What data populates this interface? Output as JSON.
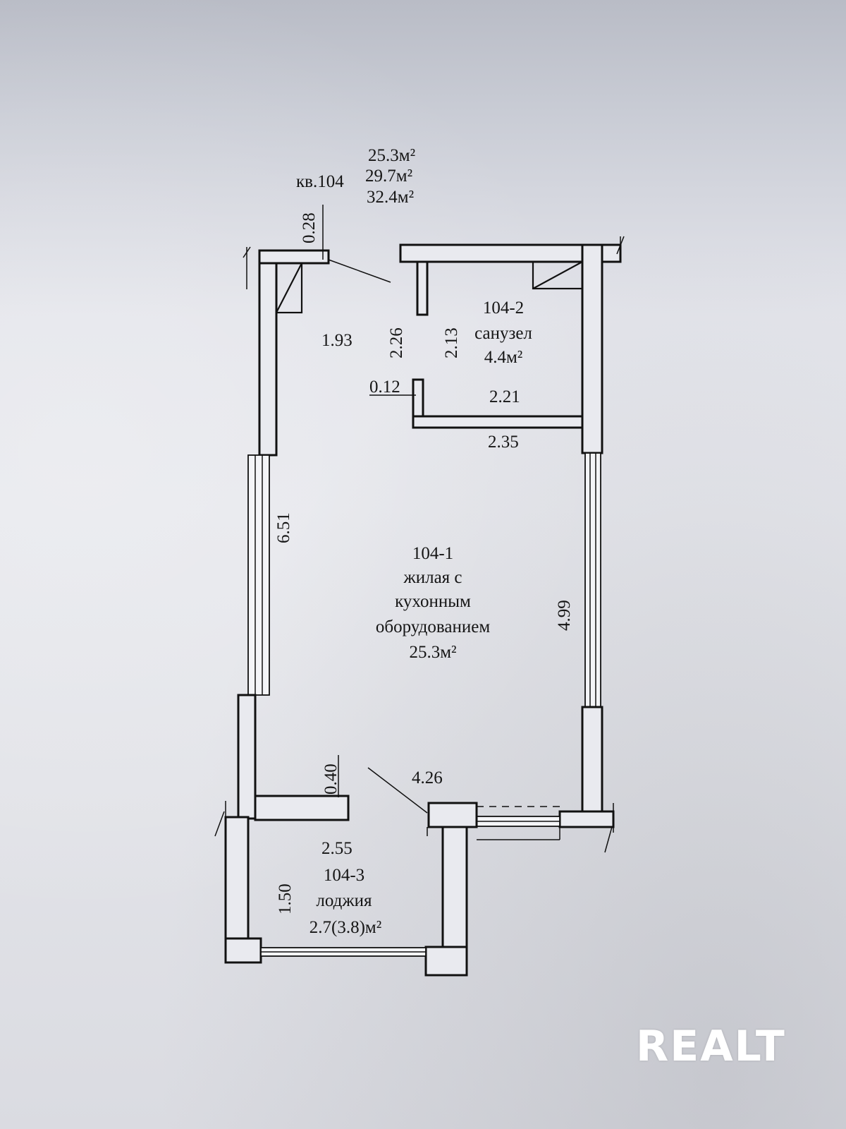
{
  "header": {
    "apartment": "кв.104",
    "areas": [
      "25.3м²",
      "29.7м²",
      "32.4м²"
    ]
  },
  "rooms": {
    "main": {
      "number": "104-1",
      "name_lines": [
        "жилая с",
        "кухонным",
        "оборудованием"
      ],
      "area": "25.3м²"
    },
    "bath": {
      "number": "104-2",
      "name": "санузел",
      "area": "4.4м²"
    },
    "loggia": {
      "number": "104-3",
      "name": "лоджия",
      "area": "2.7(3.8)м²"
    }
  },
  "dimensions": {
    "d028": "0.28",
    "d193": "1.93",
    "d226": "2.26",
    "d213": "2.13",
    "d012": "0.12",
    "d221": "2.21",
    "d235": "2.35",
    "d651": "6.51",
    "d499": "4.99",
    "d040": "0.40",
    "d426": "4.26",
    "d255": "2.55",
    "d150": "1.50"
  },
  "watermark": "REALT"
}
